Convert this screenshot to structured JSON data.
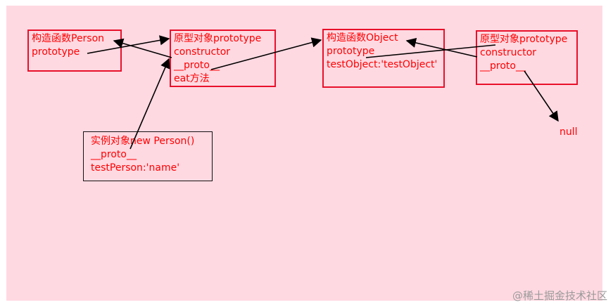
{
  "nodes": {
    "person_constructor": {
      "lines": [
        "构造函数Person",
        "prototype"
      ]
    },
    "person_prototype": {
      "lines": [
        "原型对象prototype",
        "constructor",
        "__proto__",
        "eat方法"
      ]
    },
    "object_constructor": {
      "lines": [
        "构造函数Object",
        "prototype",
        "testObject:'testObject'"
      ]
    },
    "object_prototype": {
      "lines": [
        "原型对象prototype",
        "constructor",
        "__proto__"
      ]
    },
    "instance": {
      "lines": [
        "实例对象new Person()",
        "__proto__",
        "testPerson:'name'"
      ]
    },
    "null_label": "null"
  },
  "watermark": "@稀土掘金技术社区",
  "colors": {
    "background": "#ffd9e2",
    "accent": "#ff0000",
    "box_border": "#e8102a",
    "instance_border": "#111111",
    "arrow": "#000000"
  }
}
